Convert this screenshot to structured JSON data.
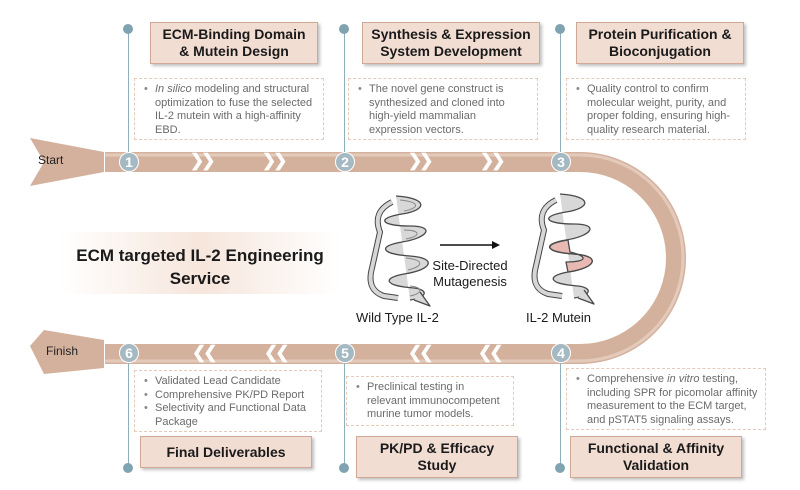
{
  "center": {
    "title_line1": "ECM targeted IL-2 Engineering",
    "title_line2": "Service",
    "wild_type_label": "Wild Type IL-2",
    "mutein_label": "IL-2 Mutein",
    "arrow_line1": "Site-Directed",
    "arrow_line2": "Mutagenesis"
  },
  "track": {
    "start_label": "Start",
    "finish_label": "Finish",
    "forward_glyph": "❯❯",
    "backward_glyph": "❮❮",
    "color": "#d4b19d"
  },
  "steps": [
    {
      "number": "1",
      "title_line1": "ECM-Binding Domain",
      "title_line2": "& Mutein Design",
      "desc_prefix_italic": "In silico",
      "desc_lines": [
        " modeling and structural",
        "optimization to fuse the selected",
        "IL-2 mutein with a high-affinity",
        "EBD."
      ]
    },
    {
      "number": "2",
      "title_line1": "Synthesis & Expression",
      "title_line2": "System Development",
      "desc_lines": [
        "The novel gene construct is",
        "synthesized and cloned into",
        "high-yield mammalian",
        "expression vectors."
      ]
    },
    {
      "number": "3",
      "title_line1": "Protein Purification &",
      "title_line2": "Bioconjugation",
      "desc_lines": [
        "Quality control to confirm",
        "molecular weight, purity, and",
        "proper folding, ensuring high-",
        "quality research material."
      ]
    },
    {
      "number": "4",
      "title_line1": "Functional & Affinity",
      "title_line2": "Validation",
      "desc_line1_pre": "Comprehensive ",
      "desc_line1_italic": "in vitro",
      "desc_line1_post": " testing,",
      "desc_lines": [
        "including SPR for picomolar affinity",
        "measurement to the ECM target,",
        "and pSTAT5 signaling assays."
      ]
    },
    {
      "number": "5",
      "title_line1": "PK/PD & Efficacy",
      "title_line2": "Study",
      "desc_lines": [
        "Preclinical testing in",
        "relevant immunocompetent",
        "murine tumor models."
      ]
    },
    {
      "number": "6",
      "title_line1": "Final Deliverables",
      "desc_items": [
        "Validated Lead Candidate",
        "Comprehensive PK/PD Report",
        "Selectivity and Functional Data",
        "Package"
      ]
    }
  ]
}
